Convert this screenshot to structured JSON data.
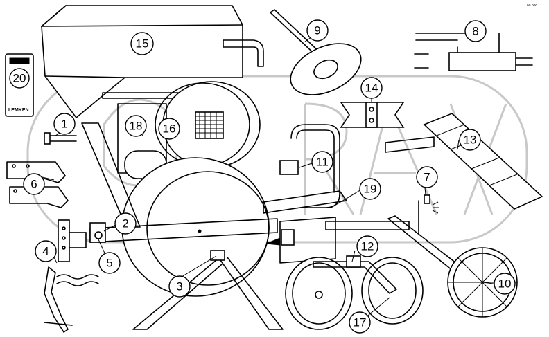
{
  "diagram": {
    "brand_label": "LEMKEN",
    "ref_code": "wⁿ ooo",
    "callouts": [
      {
        "id": "c1",
        "label": "1"
      },
      {
        "id": "c2",
        "label": "2"
      },
      {
        "id": "c3",
        "label": "3"
      },
      {
        "id": "c4",
        "label": "4"
      },
      {
        "id": "c5",
        "label": "5"
      },
      {
        "id": "c6",
        "label": "6"
      },
      {
        "id": "c7",
        "label": "7"
      },
      {
        "id": "c8",
        "label": "8"
      },
      {
        "id": "c9",
        "label": "9"
      },
      {
        "id": "c10",
        "label": "10"
      },
      {
        "id": "c11",
        "label": "11"
      },
      {
        "id": "c12",
        "label": "12"
      },
      {
        "id": "c13",
        "label": "13"
      },
      {
        "id": "c14",
        "label": "14"
      },
      {
        "id": "c15",
        "label": "15"
      },
      {
        "id": "c16",
        "label": "16"
      },
      {
        "id": "c17",
        "label": "17"
      },
      {
        "id": "c18",
        "label": "18"
      },
      {
        "id": "c19",
        "label": "19"
      },
      {
        "id": "c20",
        "label": "20"
      }
    ]
  }
}
